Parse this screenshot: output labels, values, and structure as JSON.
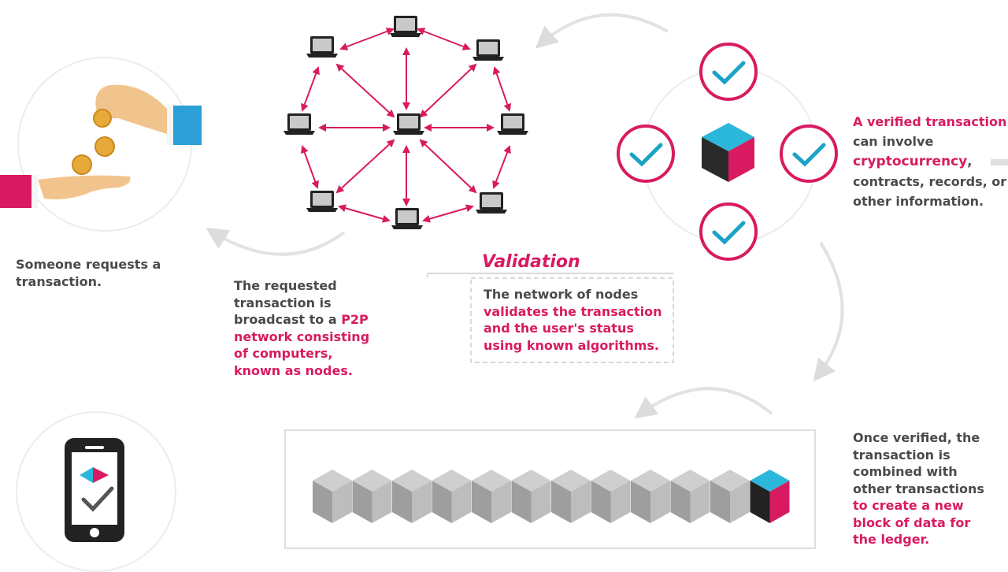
{
  "colors": {
    "accent": "#d81b60",
    "check": "#1ba3c6",
    "cube_top": "#2bb7d9",
    "ink": "#222222",
    "gold": "#e7a93a"
  },
  "step1": {
    "text": "Someone requests a transaction."
  },
  "step2": {
    "text_plain": "The requested transaction is broadcast to a ",
    "text_accent": "P2P network consisting of computers, known as nodes."
  },
  "step3": {
    "title": "Validation",
    "text_plain": "The network of nodes ",
    "text_accent": "validates the transaction and the user's status using known algorithms."
  },
  "step4": {
    "accent_1": "A verified transaction",
    "plain_1": " can involve ",
    "accent_2": "cryptocurrency",
    "plain_2": ", contracts, records, or other information."
  },
  "step5": {
    "text_plain": "Once verified, the transaction is combined with other transactions ",
    "text_accent": "to create a new block of data for the ledger."
  },
  "icons": {
    "hand": "hand-coins-icon",
    "network": "laptop-node-icon",
    "check": "check-circle-icon",
    "cube": "block-cube-icon",
    "phone": "smartphone-icon"
  }
}
